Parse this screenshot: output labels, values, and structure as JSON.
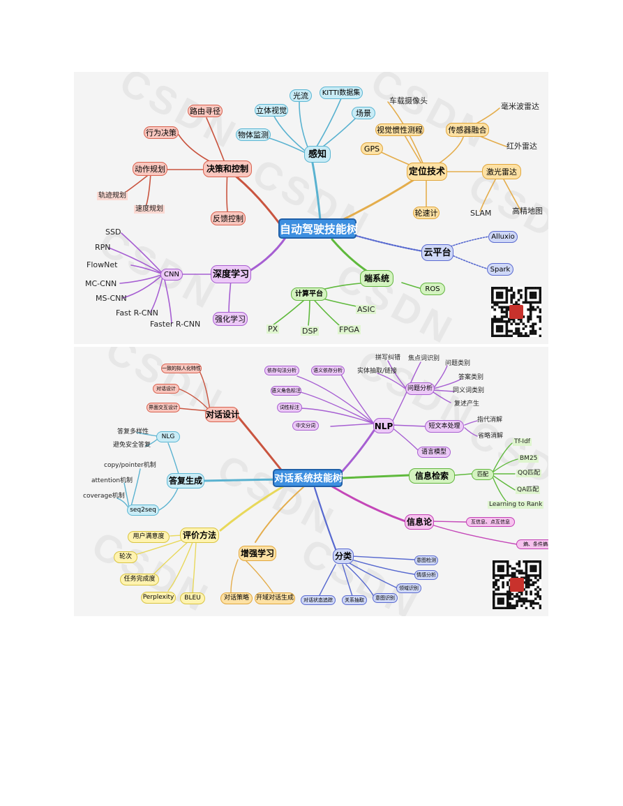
{
  "watermark": "CSDN",
  "colors": {
    "root_fill": "#3d8fe0",
    "root_border": "#1f5fa8",
    "red_fill": "#f9c7bf",
    "red_border": "#d9624f",
    "red_line": "#c9543f",
    "blue_fill": "#c9ecf6",
    "blue_border": "#5bb6d3",
    "blue_line": "#59b2d0",
    "orange_fill": "#fde1a4",
    "orange_border": "#e0a63c",
    "orange_line": "#e4ad4c",
    "purple_fill": "#ecc9f7",
    "purple_border": "#a85fd0",
    "purple_line": "#a65ed2",
    "navy_fill": "#cfd8f7",
    "navy_border": "#5a6ad0",
    "navy_line": "#5668cf",
    "green_fill": "#d4f3c0",
    "green_border": "#62b53e",
    "green_line": "#5fb93c",
    "yellow_fill": "#fff3b0",
    "yellow_border": "#d8c440",
    "yellow_line": "#e8d85a",
    "magenta_fill": "#f6c2ee",
    "magenta_border": "#c33fb5",
    "magenta_line": "#c447b8"
  },
  "autodrive": {
    "root": "自动驾驶技能树",
    "perception": {
      "label": "感知",
      "children": [
        "光流",
        "KITTI数据集",
        "立体视觉",
        "场景",
        "物体监测"
      ]
    },
    "decision": {
      "label": "决策和控制",
      "children": [
        "路由寻径",
        "行为决策",
        "动作规划",
        "反馈控制"
      ],
      "motion_children": [
        "轨迹规划",
        "速度规划"
      ]
    },
    "localization": {
      "label": "定位技术",
      "children": [
        "车载摄像头",
        "视觉惯性测程",
        "GPS",
        "轮速计"
      ],
      "fusion": {
        "label": "传感器融合",
        "children": [
          "毫米波雷达",
          "红外雷达"
        ]
      },
      "lidar": {
        "label": "激光雷达",
        "children": [
          "SLAM",
          "高精地图"
        ]
      }
    },
    "deep": {
      "label": "深度学习",
      "cnn": "CNN",
      "cnn_children": [
        "SSD",
        "RPN",
        "FlowNet",
        "MC-CNN",
        "MS-CNN",
        "Fast R-CNN",
        "Faster R-CNN"
      ],
      "rl": "强化学习"
    },
    "cloud": {
      "label": "云平台",
      "children": [
        "Alluxio",
        "Spark"
      ]
    },
    "edge": {
      "label": "端系统",
      "ros": "ROS",
      "compute": "计算平台",
      "compute_children": [
        "PX",
        "DSP",
        "FPGA",
        "ASIC"
      ]
    }
  },
  "dialog": {
    "root": "对话系统技能树",
    "design": {
      "label": "对话设计",
      "children": [
        "一致的拟人化特性",
        "对话设计",
        "界面交互设计"
      ]
    },
    "nlp": {
      "label": "NLP",
      "children": [
        "依存句法分析",
        "语义依存分析",
        "语义角色标注",
        "词性标注",
        "中文分词",
        "语言模型"
      ],
      "qa": {
        "label": "问题分析",
        "children": [
          "拼写纠错",
          "焦点词识别",
          "实体抽取/链接",
          "问题类别",
          "答案类别",
          "同义词类别",
          "复述产生"
        ]
      },
      "short": {
        "label": "短文本处理",
        "children": [
          "指代消解",
          "省略消解"
        ]
      }
    },
    "generation": {
      "label": "答复生成",
      "nlg": "NLG",
      "nlg_children": [
        "答复多样性",
        "避免安全答复"
      ],
      "seq": "seq2seq",
      "seq_children": [
        "copy/pointer机制",
        "attention机制",
        "coverage机制"
      ]
    },
    "retrieval": {
      "label": "信息检索",
      "match": "匹配",
      "match_children": [
        "Tf-Idf",
        "BM25",
        "QQ匹配",
        "QA匹配",
        "Learning to Rank"
      ]
    },
    "info": {
      "label": "信息论",
      "children": [
        "互信息、点互信息",
        "熵、条件熵、相对熵、点熵"
      ]
    },
    "eval": {
      "label": "评价方法",
      "children": [
        "用户满意度",
        "轮次",
        "任务完成度",
        "Perplexity",
        "BLEU"
      ]
    },
    "rl": {
      "label": "增强学习",
      "children": [
        "对话策略",
        "开域对话生成"
      ]
    },
    "classify": {
      "label": "分类",
      "children": [
        "意图检测",
        "情感分析",
        "领域识别",
        "意图识别",
        "关系抽取",
        "对话状态追踪"
      ]
    }
  }
}
